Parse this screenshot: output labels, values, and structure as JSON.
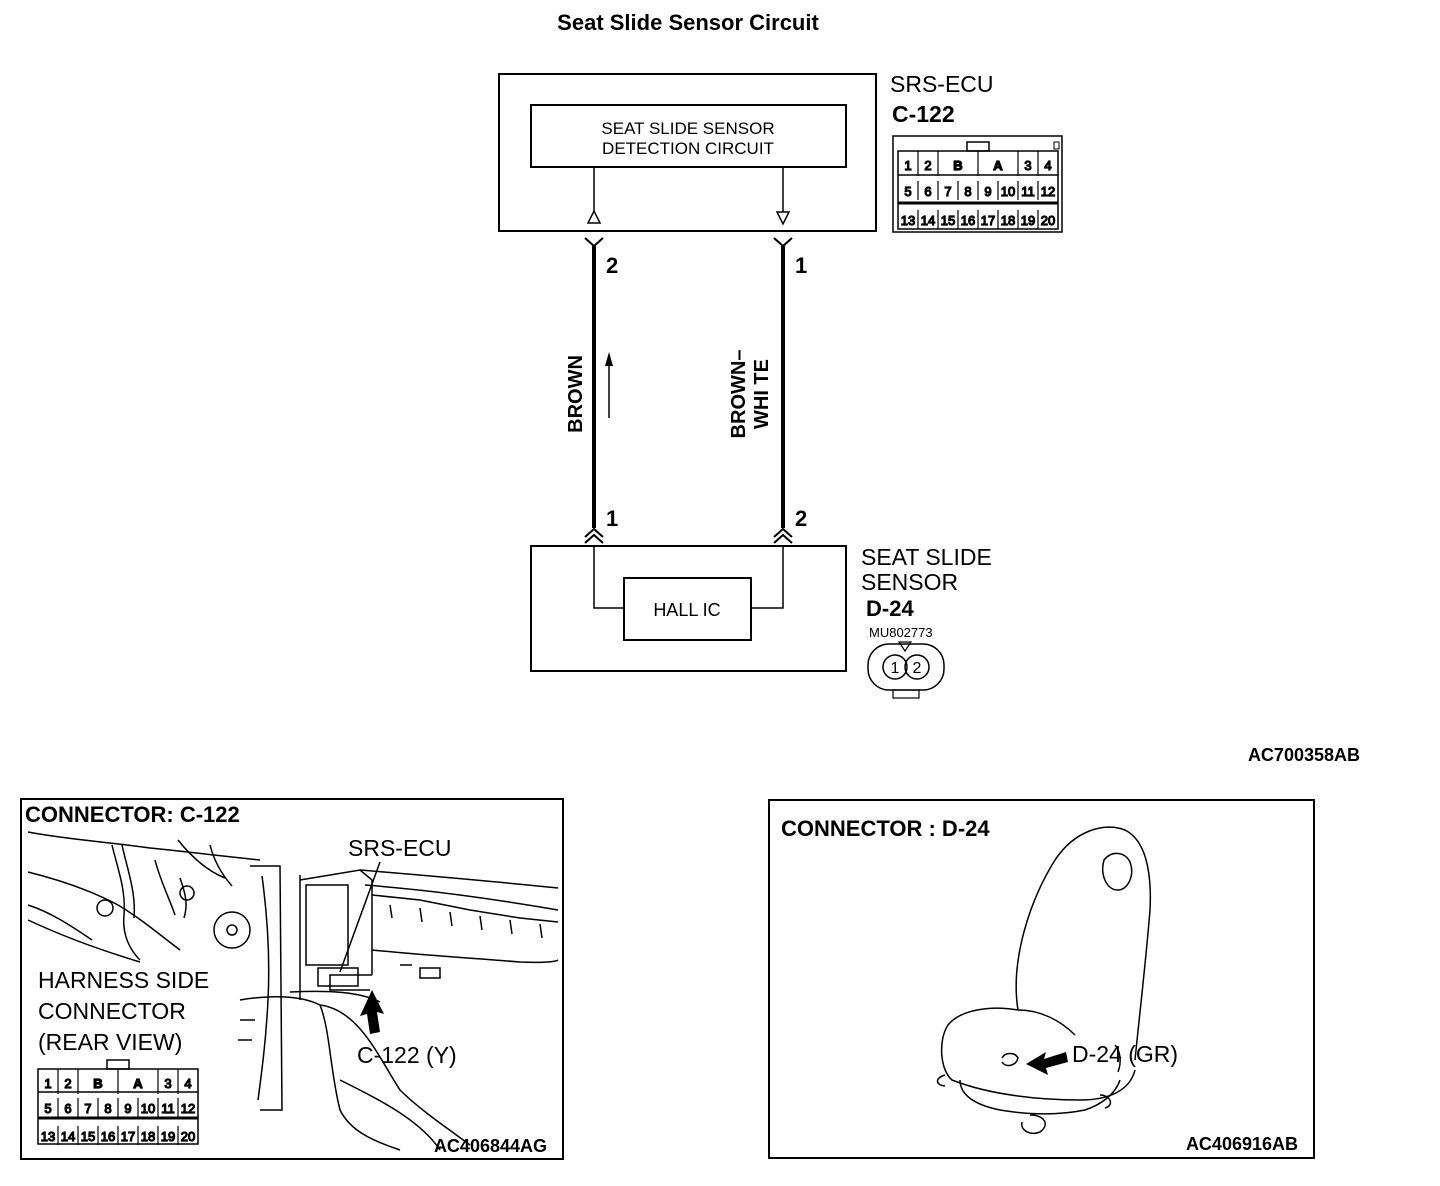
{
  "title": "Seat Slide Sensor Circuit",
  "ecu": {
    "name": "SRS-ECU",
    "connector": "C-122",
    "circuit_line1": "SEAT SLIDE SENSOR",
    "circuit_line2": "DETECTION CIRCUIT",
    "connector_pins": {
      "row1": [
        "1",
        "2",
        "B",
        "A",
        "3",
        "4"
      ],
      "row2": [
        "5",
        "6",
        "7",
        "8",
        "9",
        "10",
        "11",
        "12"
      ],
      "row3": [
        "13",
        "14",
        "15",
        "16",
        "17",
        "18",
        "19",
        "20"
      ]
    }
  },
  "wires": [
    {
      "color_label": "BROWN",
      "ecu_pin": "2",
      "sensor_pin": "1"
    },
    {
      "color_label_line1": "BROWN–",
      "color_label_line2": "WHI TE",
      "ecu_pin": "1",
      "sensor_pin": "2"
    }
  ],
  "sensor": {
    "name_line1": "SEAT SLIDE",
    "name_line2": "SENSOR",
    "connector": "D-24",
    "part_number": "MU802773",
    "inner_label": "HALL IC",
    "pins": [
      "1",
      "2"
    ]
  },
  "diagram_code": "AC700358AB",
  "panel_c122": {
    "title": "CONNECTOR: C-122",
    "ecu_label": "SRS-ECU",
    "harness_line1": "HARNESS SIDE",
    "harness_line2": "CONNECTOR",
    "harness_line3": "(REAR VIEW)",
    "connector_label": "C-122 (Y)",
    "code": "AC406844AG"
  },
  "panel_d24": {
    "title": "CONNECTOR : D-24",
    "connector_label": "D-24 (GR)",
    "code": "AC406916AB"
  }
}
